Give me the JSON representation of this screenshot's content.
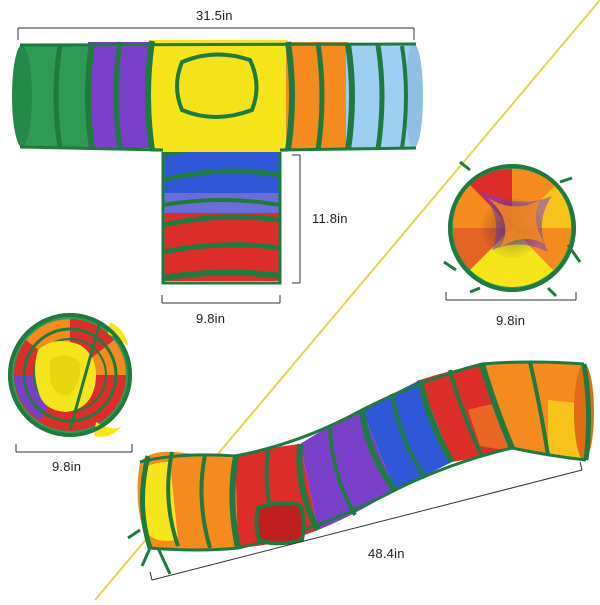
{
  "dimensions": {
    "t_tunnel_length": "31.5in",
    "t_tunnel_height": "11.8in",
    "t_tunnel_diameter": "9.8in",
    "round_tunnel_diameter": "9.8in",
    "folded_tunnel_diameter": "9.8in",
    "s_tunnel_length": "48.4in"
  },
  "colors": {
    "green": "#2f9a55",
    "trim": "#1f7a3f",
    "purple": "#7a3fc8",
    "yellow": "#f7e51c",
    "orange": "#f58a1f",
    "light_blue": "#9ecff0",
    "blue": "#2e56d6",
    "red": "#dc2d2b",
    "divider": "#e4d64a"
  }
}
